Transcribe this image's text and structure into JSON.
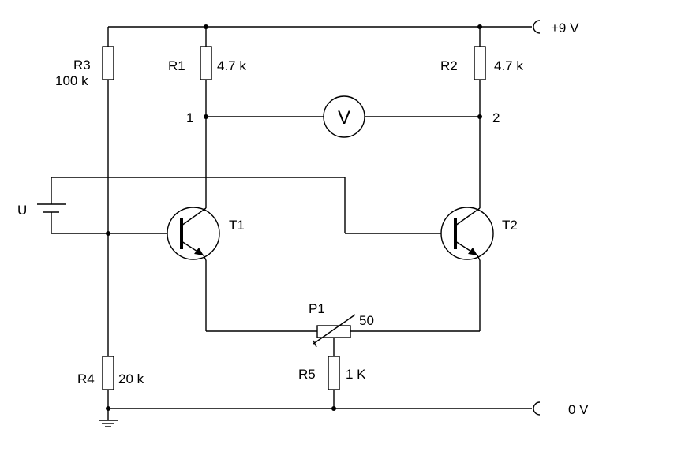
{
  "supply": {
    "positive": "+9 V",
    "ground": "0 V"
  },
  "resistors": {
    "r1": {
      "name": "R1",
      "value": "4.7 k"
    },
    "r2": {
      "name": "R2",
      "value": "4.7 k"
    },
    "r3": {
      "name": "R3",
      "value": "100 k"
    },
    "r4": {
      "name": "R4",
      "value": "20 k"
    },
    "r5": {
      "name": "R5",
      "value": "1 K"
    }
  },
  "potentiometer": {
    "name": "P1",
    "value": "50"
  },
  "transistors": {
    "t1": "T1",
    "t2": "T2"
  },
  "voltmeter": {
    "symbol": "V"
  },
  "nodes": {
    "n1": "1",
    "n2": "2"
  },
  "source": {
    "name": "U"
  }
}
